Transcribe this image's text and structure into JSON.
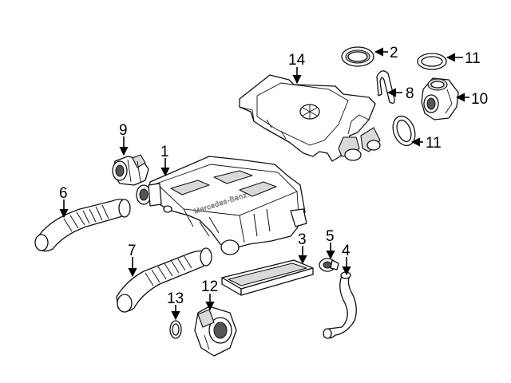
{
  "callouts": [
    {
      "id": "1",
      "text": "1"
    },
    {
      "id": "2",
      "text": "2"
    },
    {
      "id": "3",
      "text": "3"
    },
    {
      "id": "4",
      "text": "4"
    },
    {
      "id": "5",
      "text": "5"
    },
    {
      "id": "6",
      "text": "6"
    },
    {
      "id": "7",
      "text": "7"
    },
    {
      "id": "8",
      "text": "8"
    },
    {
      "id": "9",
      "text": "9"
    },
    {
      "id": "10",
      "text": "10"
    },
    {
      "id": "11a",
      "text": "11"
    },
    {
      "id": "11b",
      "text": "11"
    },
    {
      "id": "12",
      "text": "12"
    },
    {
      "id": "13",
      "text": "13"
    },
    {
      "id": "14",
      "text": "14"
    }
  ],
  "air_box_lettering": "Mercedes-Benz"
}
